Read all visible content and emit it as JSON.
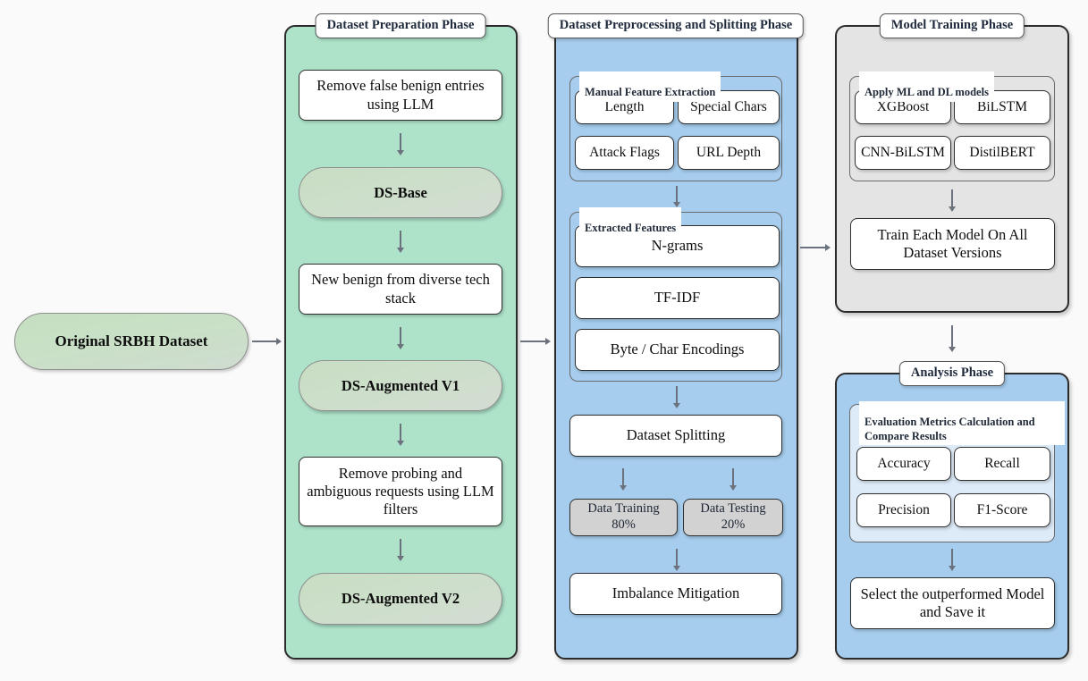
{
  "figure": {
    "type": "flowchart",
    "background_color": "#fafafa"
  },
  "source_node": {
    "label": "Original SRBH Dataset",
    "shape": "stadium",
    "fill": "#c9e0c6"
  },
  "phases": [
    {
      "id": "dataset-preparation",
      "title": "Dataset Preparation Phase",
      "fill": "#aee3c9",
      "steps": [
        {
          "label": "Remove false benign entries using LLM",
          "kind": "process"
        },
        {
          "label": "DS-Base",
          "kind": "dataset"
        },
        {
          "label": "New benign from diverse tech stack",
          "kind": "process"
        },
        {
          "label": "DS-Augmented V1",
          "kind": "dataset"
        },
        {
          "label": "Remove probing and ambiguous requests using LLM filters",
          "kind": "process"
        },
        {
          "label": "DS-Augmented V2",
          "kind": "dataset"
        }
      ]
    },
    {
      "id": "dataset-preprocessing",
      "title": "Dataset Preprocessing and Splitting Phase",
      "fill": "#a6cdee",
      "groups": [
        {
          "label": "Manual Feature Extraction",
          "items": [
            "Length",
            "Special Chars",
            "Attack Flags",
            "URL Depth"
          ]
        },
        {
          "label": "Extracted Features",
          "items": [
            "N-grams",
            "TF-IDF",
            "Byte / Char Encodings"
          ]
        }
      ],
      "steps": [
        {
          "label": "Dataset Splitting",
          "kind": "process"
        },
        {
          "label": "Data Training 80%",
          "kind": "gray"
        },
        {
          "label": "Data Testing 20%",
          "kind": "gray"
        },
        {
          "label": "Imbalance Mitigation",
          "kind": "process"
        }
      ]
    },
    {
      "id": "model-training",
      "title": "Model Training Phase",
      "fill": "#e4e4e4",
      "groups": [
        {
          "label": "Apply ML and DL models",
          "items": [
            "XGBoost",
            "BiLSTM",
            "CNN-BiLSTM",
            "DistilBERT"
          ]
        }
      ],
      "steps": [
        {
          "label": "Train Each Model On All Dataset Versions",
          "kind": "process"
        }
      ]
    },
    {
      "id": "analysis",
      "title": "Analysis Phase",
      "fill": "#a6cdee",
      "groups": [
        {
          "label": "Evaluation Metrics Calculation and Compare Results",
          "items": [
            "Accuracy",
            "Recall",
            "Precision",
            "F1-Score"
          ]
        }
      ],
      "steps": [
        {
          "label": "Select the outperformed Model and Save it",
          "kind": "process"
        }
      ]
    }
  ],
  "connectors": {
    "source_to_preparation": "arrow-right",
    "preparation_to_preprocessing": "arrow-right",
    "preprocessing_to_training": "arrow-right",
    "training_to_analysis": "arrow-down"
  }
}
